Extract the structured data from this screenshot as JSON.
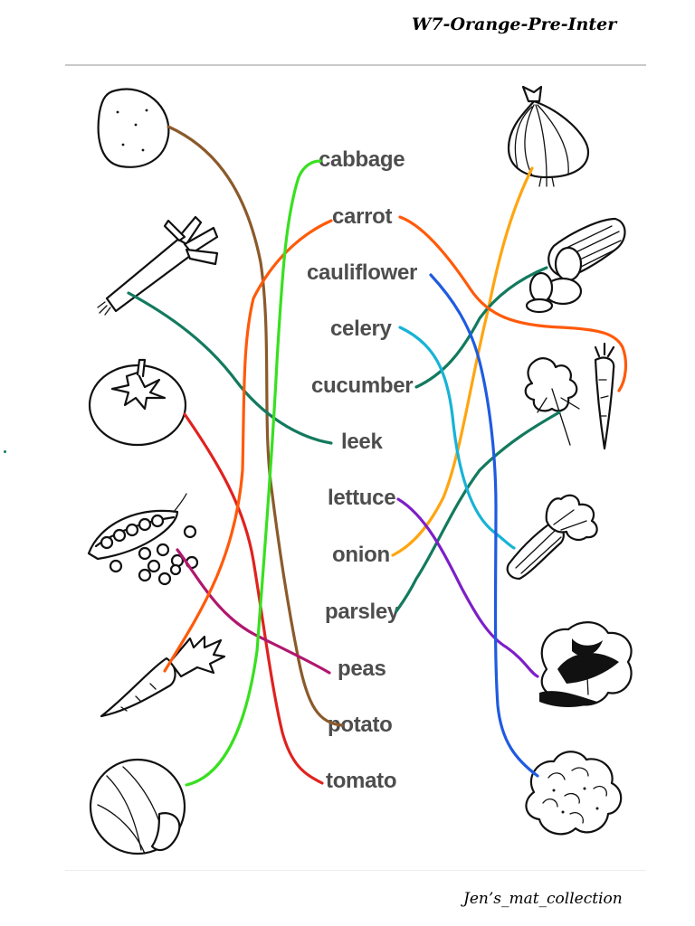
{
  "header": {
    "title": "W7-Orange-Pre-Inter"
  },
  "footer": {
    "credit": "Jen’s_mat_collection"
  },
  "words": {
    "cabbage": "cabbage",
    "carrot": "carrot",
    "cauliflower": "cauliflower",
    "celery": "celery",
    "cucumber": "cucumber",
    "leek": "leek",
    "lettuce": "lettuce",
    "onion": "onion",
    "parsley": "parsley",
    "peas": "peas",
    "potato": "potato",
    "tomato": "tomato"
  },
  "pictures": {
    "left": [
      "potato-icon",
      "leek-icon",
      "tomato-icon",
      "peas-icon",
      "carrot-icon",
      "cabbage-icon"
    ],
    "right": [
      "onion-icon",
      "cucumber-icon",
      "parsley-carrot-icon",
      "celery-icon",
      "lettuce-icon",
      "cauliflower-icon"
    ]
  },
  "line_colors": {
    "potato": "#8b5a2b",
    "leek": "#137a5e",
    "tomato": "#e0221f",
    "peas": "#b0176e",
    "carrot": "#ff5a0a",
    "cabbage": "#38e01f",
    "onion": "#ffa510",
    "cucumber": "#137a5e",
    "parsley": "#137a5e",
    "celery": "#17b3d6",
    "lettuce": "#7d1fc8",
    "cauliflower": "#1f5be0"
  }
}
